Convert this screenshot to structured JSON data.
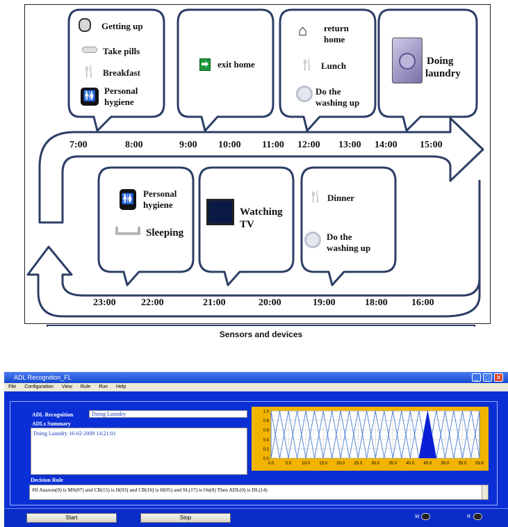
{
  "timeline": {
    "top_times": [
      "7:00",
      "8:00",
      "9:00",
      "10:00",
      "11:00",
      "12:00",
      "13:00",
      "14:00",
      "15:00"
    ],
    "bottom_times": [
      "23:00",
      "22:00",
      "21:00",
      "20:00",
      "19:00",
      "18:00",
      "16:00"
    ]
  },
  "bubbles": {
    "morning": {
      "getting_up": "Getting up",
      "take_pills": "Take pills",
      "breakfast": "Breakfast",
      "hygiene_1": "Personal",
      "hygiene_2": "hygiene"
    },
    "exit": {
      "exit_home": "exit home"
    },
    "midday": {
      "return_1": "return",
      "return_2": "home",
      "lunch": "Lunch",
      "wash_1": "Do the",
      "wash_2": "washing up"
    },
    "laundry": {
      "line1": "Doing",
      "line2": "laundry"
    },
    "night": {
      "hygiene_1": "Personal",
      "hygiene_2": "hygiene",
      "sleeping": "Sleeping"
    },
    "tv": {
      "line1": "Watching",
      "line2": "TV"
    },
    "evening": {
      "dinner": "Dinner",
      "wash_1": "Do the",
      "wash_2": "washing up"
    }
  },
  "sensors_label": "Sensors and devices",
  "app": {
    "title": "ADL Recognition_FL",
    "menu": [
      "File",
      "Configuration",
      "View",
      "Rule",
      "Run",
      "Help"
    ],
    "adl_recognition_label": "ADL Recognition",
    "adl_recognition_value": "Doing Laundry",
    "summary_label": "ADLs Summary",
    "summary_text": "Doing Laundry 16-02-2009    14:21:01",
    "decision_label": "Decision Rule",
    "decision_text": "#If Anaxon(0) is MS(07) and CB(15) is H(03) and CB(16) is H(05) and SL(17) is On(0) Then ADL(0) is DL(14)",
    "start_label": "Start",
    "stop_label": "Stop",
    "w_label": "W",
    "r_label": "R"
  },
  "chart_data": {
    "type": "line",
    "title": "",
    "xlabel": "",
    "ylabel": "",
    "x_ticks": [
      "0.0",
      "5.0",
      "10.0",
      "15.0",
      "20.0",
      "25.0",
      "30.0",
      "35.0",
      "40.0",
      "45.0",
      "50.0",
      "55.0",
      "59.9"
    ],
    "y_ticks": [
      "0.0",
      "0.2",
      "0.4",
      "0.6",
      "0.8",
      "1.0"
    ],
    "xlim": [
      0,
      59.9
    ],
    "ylim": [
      0,
      1.0
    ],
    "grid": true,
    "membership_peaks": [
      0,
      2.5,
      5,
      7.5,
      10,
      12.5,
      15,
      17.5,
      20,
      22.5,
      25,
      27.5,
      30,
      32.5,
      35,
      37.5,
      40,
      42.5,
      45,
      47.5,
      50,
      52.5,
      55,
      57.5,
      59.9
    ],
    "membership_half_width": 2.5,
    "active_peak": 45,
    "active_value": 1.0,
    "colors": {
      "lines": "#3a6fd0",
      "active": "#0a1fd6",
      "background": "#ffffff",
      "frame": "#f2b400"
    }
  }
}
